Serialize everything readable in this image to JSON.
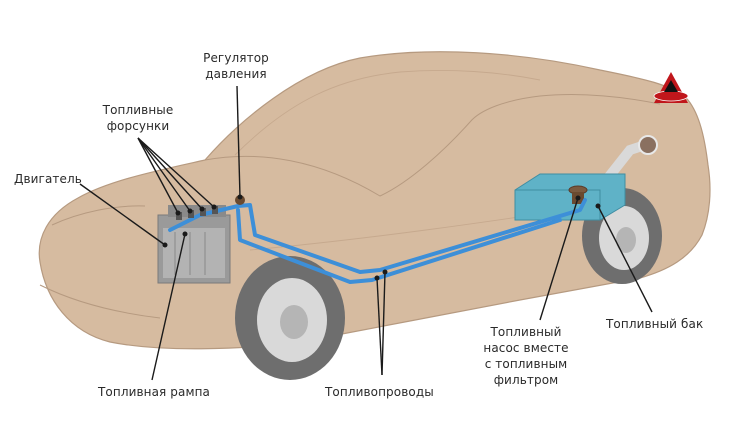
{
  "labels": {
    "pressure_regulator": [
      "Регулятор",
      "давления"
    ],
    "injectors": [
      "Топливные",
      "форсунки"
    ],
    "engine": [
      "Двигатель"
    ],
    "fuel_rail": [
      "Топливная рампа"
    ],
    "fuel_lines": [
      "Топливопроводы"
    ],
    "fuel_pump": [
      "Топливный",
      "насос вместе",
      "с топливным",
      "фильтром"
    ],
    "fuel_tank": [
      "Топливный бак"
    ]
  },
  "colors": {
    "car_body": "#d6bba0",
    "car_edge": "#b69a80",
    "fuel_line": "#3d8fd8",
    "tank": "#5fb2c7",
    "tire": "#6e6e6e",
    "rim": "#d9d9d9",
    "logo": "#c0161b",
    "leader": "#1a1a1a"
  },
  "logo": {
    "icon": "logo-badge-icon"
  }
}
